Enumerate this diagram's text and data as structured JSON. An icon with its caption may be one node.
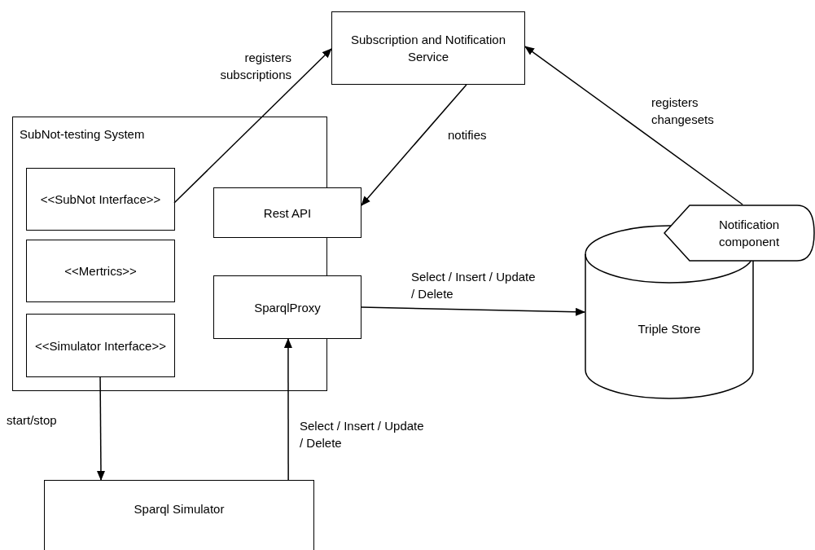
{
  "diagram": {
    "nodes": [
      {
        "text": [
          "Subscription and Notification Service"
        ]
      },
      {
        "text": [
          "SubNot-testing System"
        ]
      },
      {
        "text": [
          "<<SubNot Interface>>"
        ],
        "in": 1
      },
      {
        "text": [
          "<<Mertrics>>"
        ],
        "in": 1
      },
      {
        "text": [
          "<<Simulator Interface>>"
        ],
        "in": 1
      },
      {
        "text": [
          "Rest API"
        ]
      },
      {
        "text": [
          "SparqlProxy"
        ]
      },
      {
        "text": [
          "Triple Store"
        ]
      },
      {
        "text": [
          "Notification component"
        ]
      },
      {
        "text": [
          "Sparql Simulator"
        ]
      }
    ],
    "edges": [
      {
        "from": 2,
        "to": 0,
        "arrow": "to",
        "label": "registers subscriptions"
      },
      {
        "from": 0,
        "to": 5,
        "arrow": "to",
        "label": "notifies"
      },
      {
        "from": 8,
        "to": 0,
        "arrow": "to",
        "label": "registers changesets"
      },
      {
        "from": 6,
        "to": 7,
        "arrow": "to",
        "label": "Select / Insert / Update / Delete"
      },
      {
        "from": 4,
        "to": 9,
        "arrow": "to",
        "label": "start/stop"
      },
      {
        "from": 9,
        "to": 6,
        "arrow": "to",
        "label": "Select / Insert / Update / Delete"
      }
    ]
  }
}
